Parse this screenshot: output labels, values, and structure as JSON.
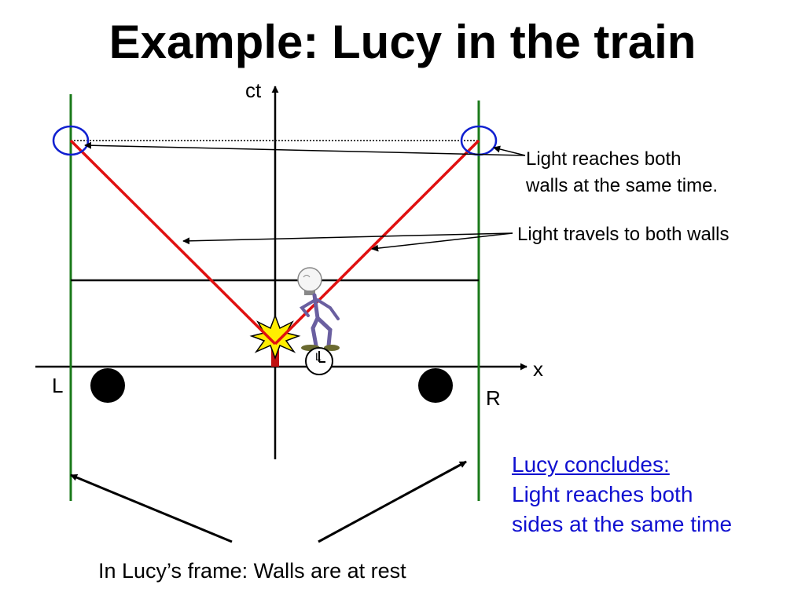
{
  "title": "Example: Lucy in the train",
  "axes": {
    "vertical_label": "ct",
    "horizontal_label": "x"
  },
  "wall_labels": {
    "left": "L",
    "right": "R"
  },
  "clock_label": "L",
  "annotations": {
    "same_time_line1": "Light reaches both",
    "same_time_line2": "walls at the same time.",
    "travels": "Light travels to both walls",
    "frame": "In Lucy’s frame: Walls are at rest"
  },
  "conclusion": {
    "heading": "Lucy concludes:",
    "line1": "Light reaches both",
    "line2": "sides at the same time"
  },
  "colors": {
    "walls": "#1a7a1a",
    "light_rays": "#e01010",
    "event_circles": "#1020d0",
    "conclusion_text": "#1010d0",
    "flash": "#ffee00"
  },
  "icons": {
    "figure": "stick-figure-lucy-icon",
    "clock": "clock-icon",
    "flash": "flash-burst-icon"
  }
}
